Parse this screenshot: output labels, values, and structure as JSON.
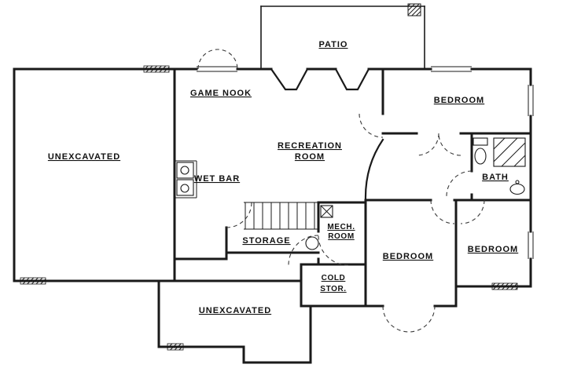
{
  "colors": {
    "ink": "#1a1a1a",
    "paper": "#ffffff"
  },
  "floorplan": {
    "rooms": {
      "patio": "PATIO",
      "game_nook": "GAME NOOK",
      "bedroom_top": "BEDROOM",
      "unexcavated_left": "UNEXCAVATED",
      "recreation_line1": "RECREATION",
      "recreation_line2": "ROOM",
      "wet_bar": "WET BAR",
      "bath": "BATH",
      "storage": "STORAGE",
      "mech_line1": "MECH.",
      "mech_line2": "ROOM",
      "cold_line1": "COLD",
      "cold_line2": "STOR.",
      "bedroom_mid": "BEDROOM",
      "bedroom_right": "BEDROOM",
      "unexcavated_bottom": "UNEXCAVATED"
    }
  }
}
